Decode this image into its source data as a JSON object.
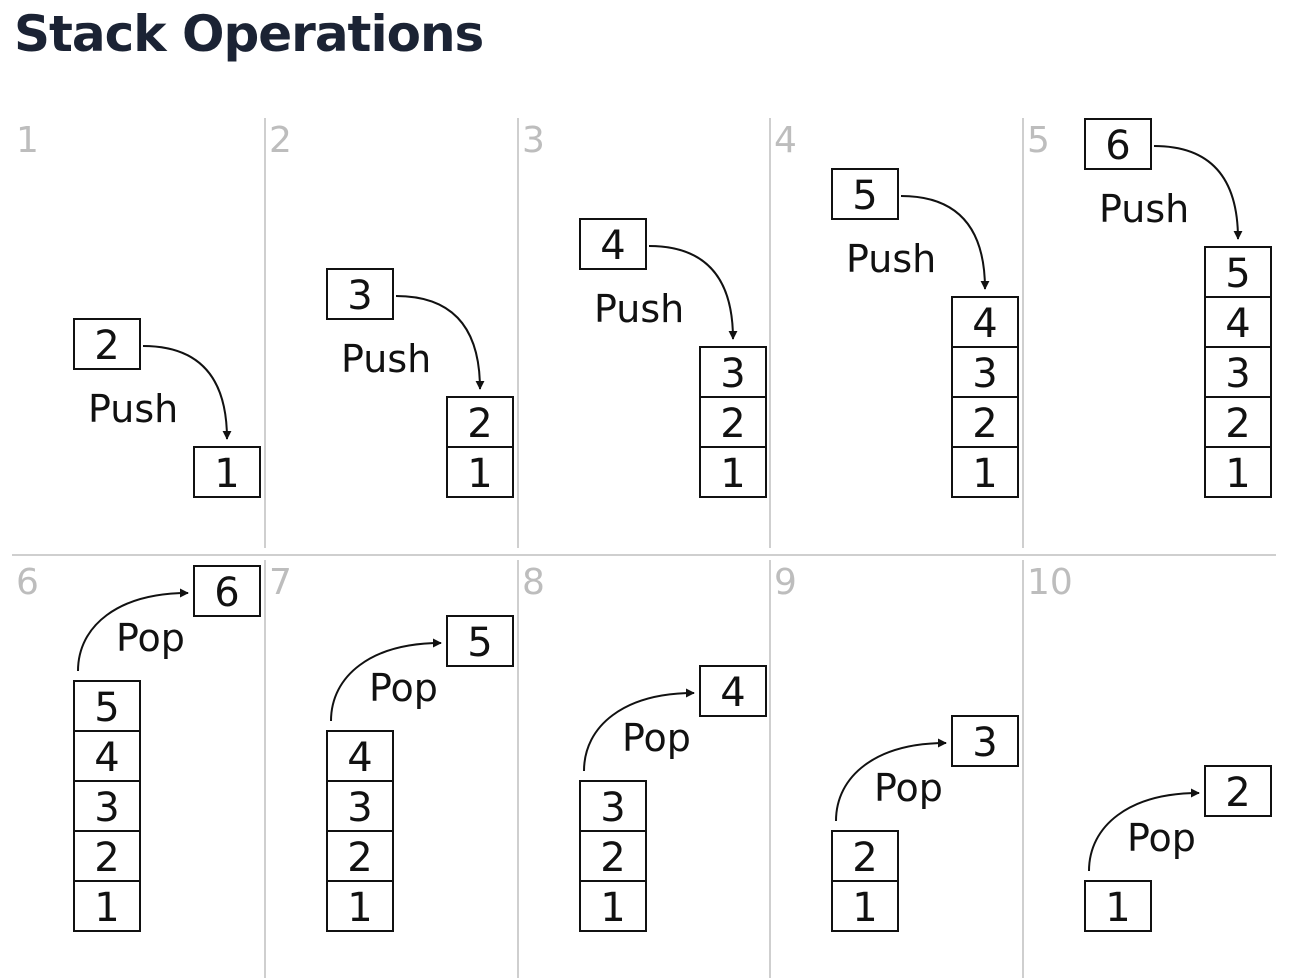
{
  "title": "Stack Operations",
  "colors": {
    "title": "#1b2334",
    "divider": "#cfcfcf",
    "step_number": "#bdbdbd",
    "ink": "#111111"
  },
  "panels": [
    {
      "step": "1",
      "operation": "Push",
      "moving": "2",
      "stack": [
        "1"
      ]
    },
    {
      "step": "2",
      "operation": "Push",
      "moving": "3",
      "stack": [
        "1",
        "2"
      ]
    },
    {
      "step": "3",
      "operation": "Push",
      "moving": "4",
      "stack": [
        "1",
        "2",
        "3"
      ]
    },
    {
      "step": "4",
      "operation": "Push",
      "moving": "5",
      "stack": [
        "1",
        "2",
        "3",
        "4"
      ]
    },
    {
      "step": "5",
      "operation": "Push",
      "moving": "6",
      "stack": [
        "1",
        "2",
        "3",
        "4",
        "5"
      ]
    },
    {
      "step": "6",
      "operation": "Pop",
      "moving": "6",
      "stack": [
        "1",
        "2",
        "3",
        "4",
        "5"
      ]
    },
    {
      "step": "7",
      "operation": "Pop",
      "moving": "5",
      "stack": [
        "1",
        "2",
        "3",
        "4"
      ]
    },
    {
      "step": "8",
      "operation": "Pop",
      "moving": "4",
      "stack": [
        "1",
        "2",
        "3"
      ]
    },
    {
      "step": "9",
      "operation": "Pop",
      "moving": "3",
      "stack": [
        "1",
        "2"
      ]
    },
    {
      "step": "10",
      "operation": "Pop",
      "moving": "2",
      "stack": [
        "1"
      ]
    }
  ]
}
